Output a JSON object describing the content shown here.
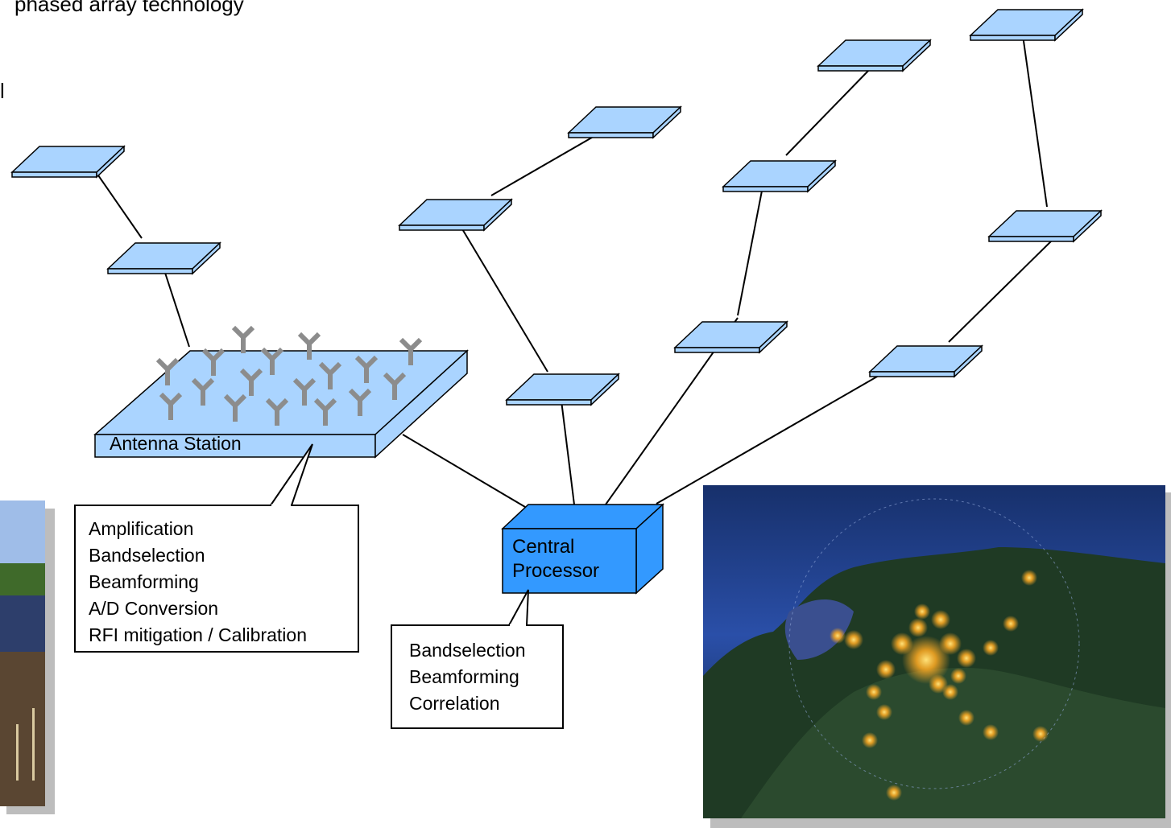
{
  "title": "phased array technology",
  "title_fragment": "l",
  "antenna_station": {
    "label": "Antenna Station"
  },
  "station_functions": [
    "Amplification",
    "Bandselection",
    "Beamforming",
    "A/D Conversion",
    "RFI mitigation / Calibration"
  ],
  "central_processor": {
    "line1": "Central",
    "line2": "Processor"
  },
  "processor_functions": [
    "Bandselection",
    "Beamforming",
    "Correlation"
  ],
  "colors": {
    "platform_fill": "#aad4ff",
    "processor_fill": "#3399ff",
    "antenna": "#8c8c8c",
    "line": "#000000"
  }
}
